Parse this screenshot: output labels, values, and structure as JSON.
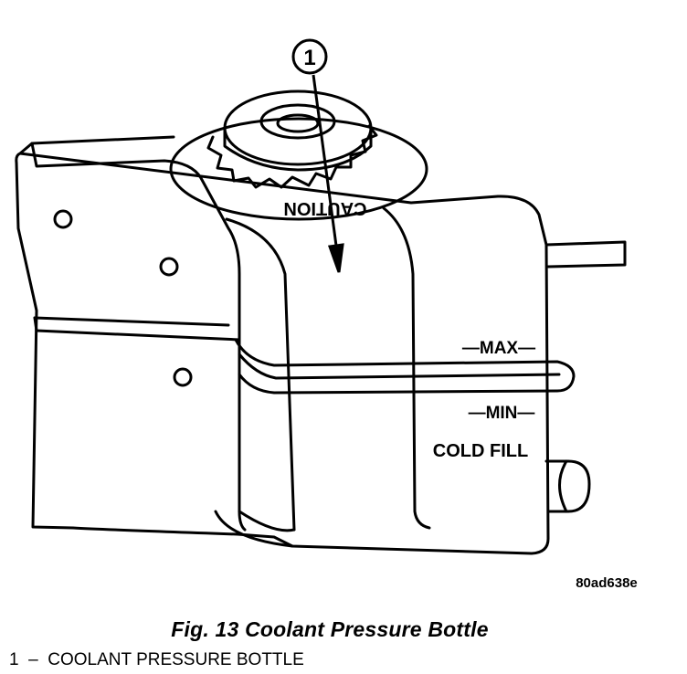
{
  "figure": {
    "callout_number": "1",
    "cap_text": "CAUTION",
    "max_label": "—MAX—",
    "min_label": "—MIN—",
    "cold_fill_label": "COLD FILL",
    "image_code": "80ad638e"
  },
  "caption": "Fig. 13 Coolant Pressure Bottle",
  "legend": [
    {
      "number": "1",
      "separator": "–",
      "text": "COOLANT PRESSURE BOTTLE"
    }
  ]
}
